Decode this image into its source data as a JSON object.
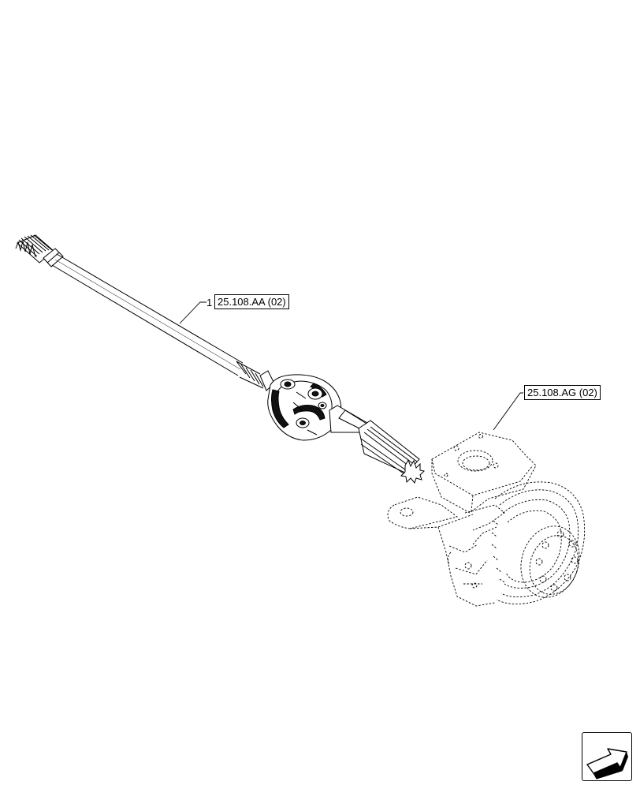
{
  "parts": [
    {
      "item": "1",
      "reference": "25.108.AA (02)"
    }
  ],
  "related_reference": "25.108.AG (02)",
  "navigation": {
    "icon": "arrow-navigation-icon"
  }
}
